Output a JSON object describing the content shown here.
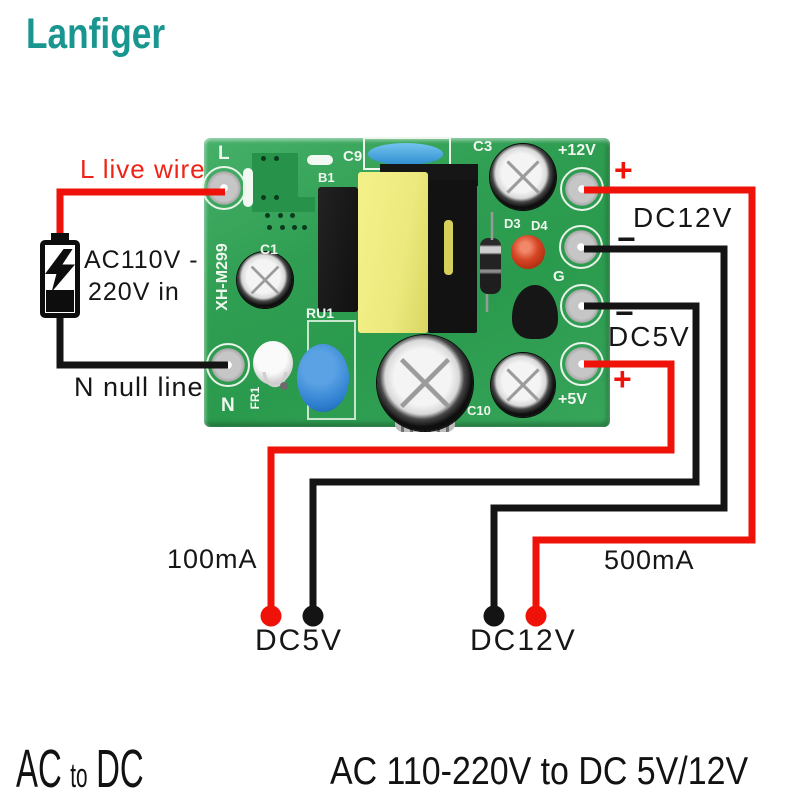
{
  "logo": "Lanfiger",
  "colors": {
    "brand_teal": "#18968f",
    "wire_red": "#ee1208",
    "wire_black": "#141414",
    "label_red": "#ee2418",
    "pcb_green": "#2f9e52"
  },
  "left": {
    "live_wire": "L live wire",
    "input_line1": "AC110V -",
    "input_line2": "220V in",
    "null_line": "N null line"
  },
  "right": {
    "plus12": "+",
    "dc12v": "DC12V",
    "minus12": "−",
    "minus5": "−",
    "dc5v": "DC5V",
    "plus5": "+"
  },
  "bottom": {
    "current_5v": "100mA",
    "current_12v": "500mA",
    "terminal_dc5v": "DC5V",
    "terminal_dc12v": "DC12V"
  },
  "board": {
    "l": "L",
    "n": "N",
    "model": "XH-M299",
    "fr1": "FR1",
    "c1": "C1",
    "b1": "B1",
    "c9": "C9",
    "c3": "C3",
    "plus12v": "+12V",
    "d3": "D3",
    "d4": "D4",
    "g": "G",
    "ru1": "RU1",
    "c10": "C10",
    "plus5v": "+5V"
  },
  "footer": {
    "ac": "AC",
    "to": "to",
    "dc": "DC",
    "subtitle": "AC 110-220V to DC 5V/12V"
  }
}
